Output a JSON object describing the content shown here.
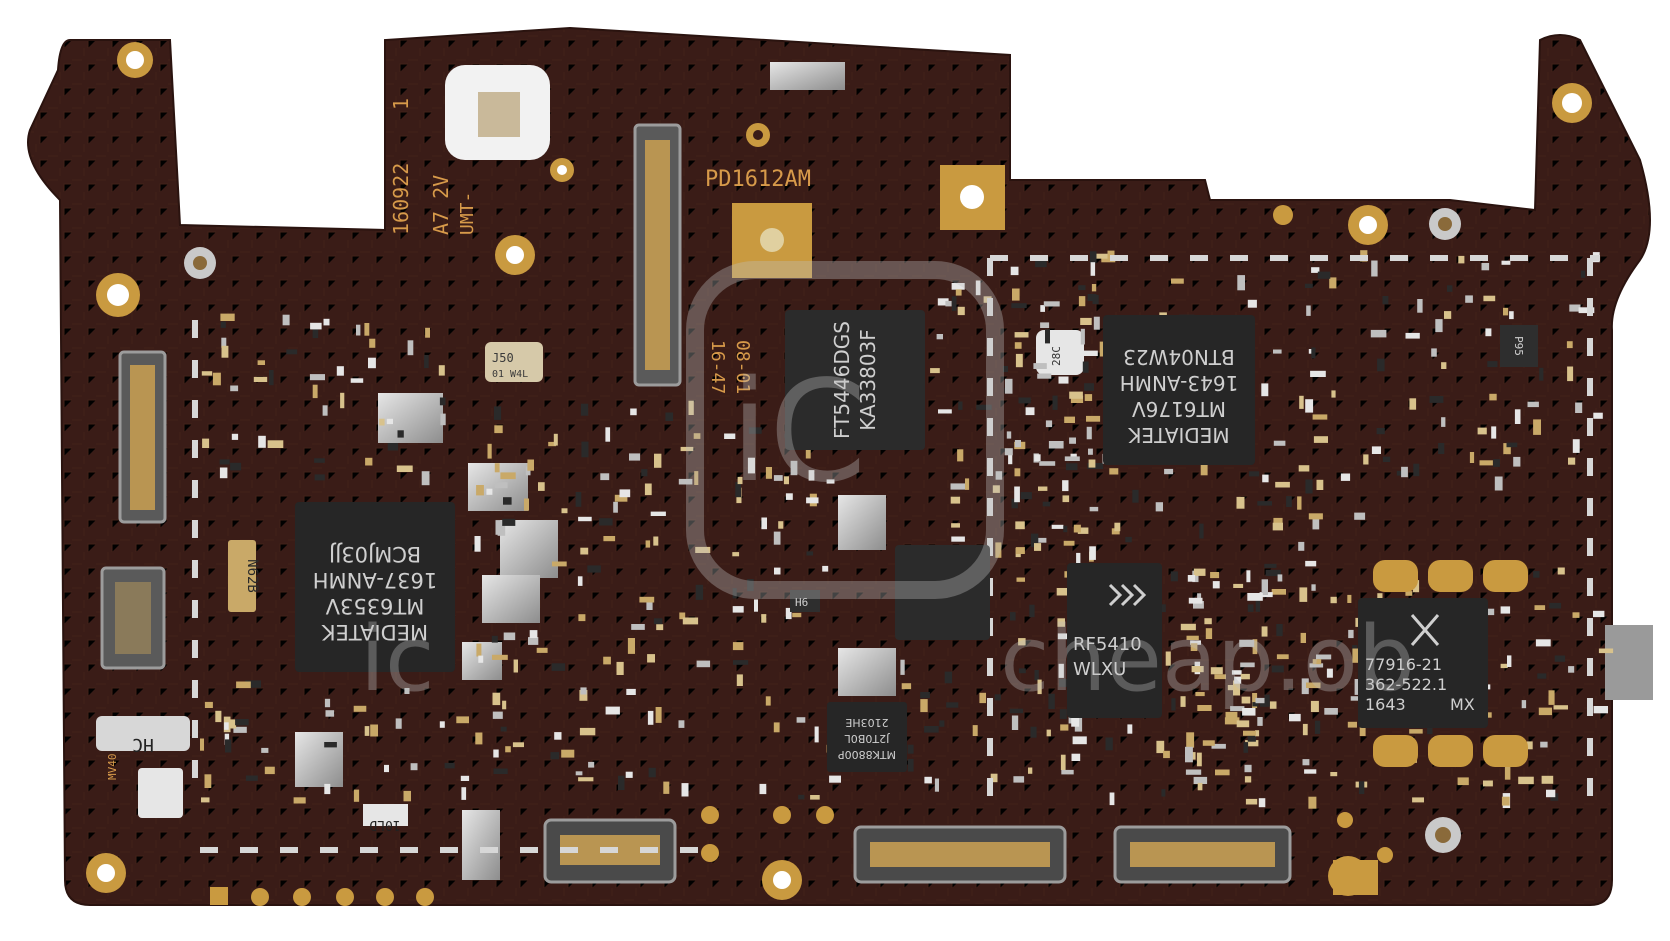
{
  "board": {
    "pcb_color": "#3a1c17",
    "trace_color": "#4a2820",
    "gold_color": "#c99a40",
    "silkscreen_color": "#d79a4a",
    "chip_color": "#262626",
    "chip_text_color": "#cfcfcf",
    "watermark_color": "#bfbfbf"
  },
  "silkscreen": {
    "model": "PD1612AM",
    "side_line_1": "A7 2V",
    "side_line_2": "160922",
    "side_line_3": "UMT-",
    "side_line_4": "1",
    "date_1": "16-47",
    "date_2": "08-01"
  },
  "chips": {
    "pmic": {
      "brand": "MEDIATEK",
      "part": "MT6353V",
      "date": "1637-ANMH",
      "code": "BCMJ03JJ"
    },
    "rf": {
      "brand": "MEDIATEK",
      "part": "MT6176V",
      "date": "1643-ANMH",
      "code": "BTN04W23"
    },
    "touch": {
      "part": "FT5446DGS",
      "code": "KA33803F"
    },
    "switch": {
      "part": "RF5410",
      "code": "WLXU"
    },
    "pa": {
      "line1": "77916-21",
      "line2": "362-522.1",
      "line3": "1643",
      "line4": "MX"
    },
    "small": {
      "line1": "MTK8800P",
      "line2": "J2T0B0L",
      "line3": "2103HE"
    }
  },
  "small_parts": {
    "crystal": "J50",
    "crystal_sub": "01 W4L",
    "inductor": "N62B",
    "hc_part": "HC",
    "ldo": "10LD",
    "mic": "28C",
    "h6": "H6",
    "p9": "P95",
    "label_vm": "MV40"
  },
  "watermark": {
    "logo": "iC",
    "text": "cheap.ob",
    "text2": "ic"
  }
}
